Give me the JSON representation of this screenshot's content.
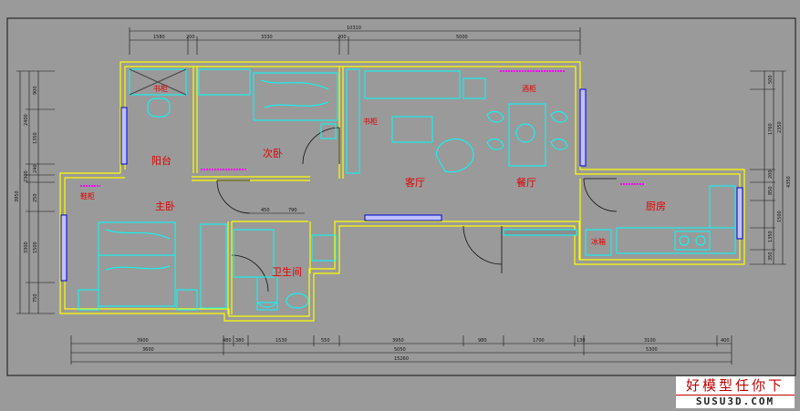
{
  "rooms": {
    "balcony": "阳台",
    "second_bedroom": "次卧",
    "master_bedroom": "主卧",
    "living_room": "客厅",
    "dining_room": "餐厅",
    "kitchen": "厨房",
    "bathroom": "卫生间"
  },
  "furniture": {
    "cabinet_balcony": "书柜",
    "cabinet_mid": "书柜",
    "tv_cabinet": "酒柜",
    "shoe_cabinet": "鞋柜",
    "fridge": "冰箱"
  },
  "dimensions": {
    "top_total": "10310",
    "top_segments": [
      "1580",
      "200",
      "3330",
      "200",
      "5000"
    ],
    "bottom_row1": [
      "3900",
      "480",
      "380",
      "1530",
      "550",
      "3950",
      "980",
      "1700",
      "130",
      "3100",
      "400"
    ],
    "bottom_row2": [
      "3600",
      "5050",
      "5300"
    ],
    "bottom_total": "15260",
    "interior": [
      "450",
      "790"
    ],
    "left_outer_total": "3950",
    "left_inner": [
      "900",
      "2400",
      "1350",
      "240",
      "2300",
      "250",
      "3300",
      "1500",
      "750"
    ],
    "right_outer": [
      "500",
      "1760",
      "2350",
      "4350",
      "200",
      "850",
      "1500",
      "1350",
      "350"
    ]
  },
  "watermark": {
    "text_cn": "好模型任你下",
    "url": "SUSU3D.COM"
  },
  "colors": {
    "background": "#9a9a9a",
    "wall": "#ffff00",
    "furniture": "#00ffff",
    "door": "#0000cc",
    "label": "#e00000",
    "fabric": "#ff00ff"
  }
}
